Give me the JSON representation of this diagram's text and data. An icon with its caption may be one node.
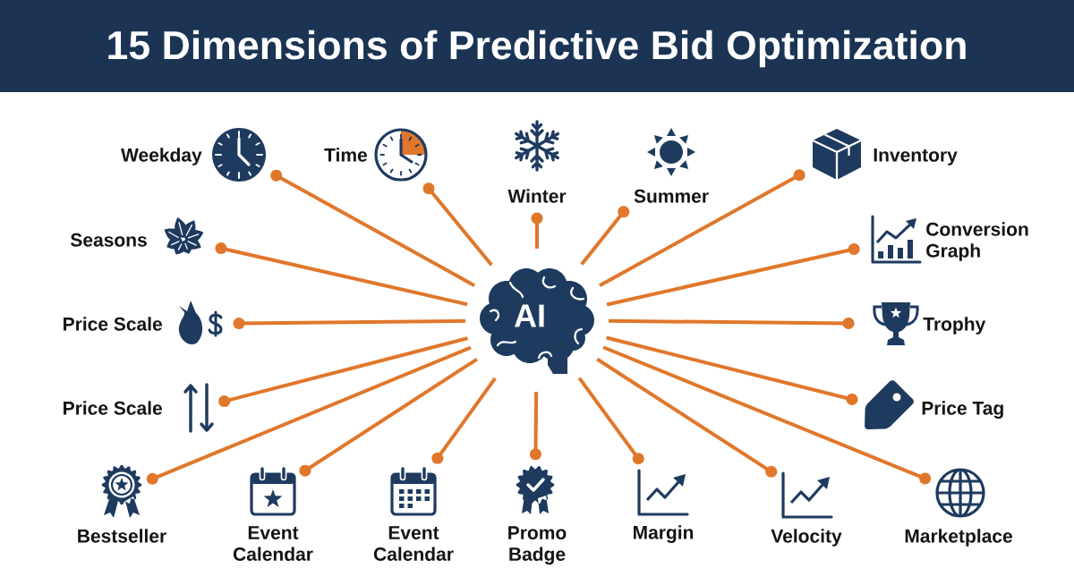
{
  "diagram": {
    "title": "15 Dimensions of Predictive Bid Optimization",
    "nodes": [
      {
        "text": [
          "Weekday"
        ]
      },
      {
        "text": [
          "Time"
        ]
      },
      {
        "text": [
          "Winter"
        ]
      },
      {
        "text": [
          "Summer"
        ]
      },
      {
        "text": [
          "Inventory"
        ]
      },
      {
        "text": [
          "Seasons"
        ]
      },
      {
        "text": [
          "Conversion Graph"
        ]
      },
      {
        "text": [
          "Price Scale"
        ]
      },
      {
        "text": [
          "AI"
        ]
      },
      {
        "text": [
          "Trophy"
        ]
      },
      {
        "text": [
          "Price Scale"
        ]
      },
      {
        "text": [
          "Price Tag"
        ]
      },
      {
        "text": [
          "Bestseller"
        ]
      },
      {
        "text": [
          "Event Calendar"
        ]
      },
      {
        "text": [
          "Event Calendar"
        ]
      },
      {
        "text": [
          "Promo Badge"
        ]
      },
      {
        "text": [
          "Margin"
        ]
      },
      {
        "text": [
          "Velocity"
        ]
      },
      {
        "text": [
          "Marketplace"
        ]
      }
    ],
    "edges": [
      {
        "from": 8,
        "to": 0,
        "arrow": "other"
      },
      {
        "from": 8,
        "to": 1,
        "arrow": "other"
      },
      {
        "from": 8,
        "to": 2,
        "arrow": "other"
      },
      {
        "from": 8,
        "to": 3,
        "arrow": "other"
      },
      {
        "from": 8,
        "to": 4,
        "arrow": "other"
      },
      {
        "from": 8,
        "to": 5,
        "arrow": "other"
      },
      {
        "from": 8,
        "to": 6,
        "arrow": "other"
      },
      {
        "from": 8,
        "to": 7,
        "arrow": "other"
      },
      {
        "from": 8,
        "to": 9,
        "arrow": "other"
      },
      {
        "from": 8,
        "to": 10,
        "arrow": "other"
      },
      {
        "from": 8,
        "to": 11,
        "arrow": "other"
      },
      {
        "from": 8,
        "to": 12,
        "arrow": "other"
      },
      {
        "from": 8,
        "to": 13,
        "arrow": "other"
      },
      {
        "from": 8,
        "to": 14,
        "arrow": "other"
      },
      {
        "from": 8,
        "to": 15,
        "arrow": "other"
      },
      {
        "from": 8,
        "to": 16,
        "arrow": "other"
      },
      {
        "from": 8,
        "to": 17,
        "arrow": "other"
      },
      {
        "from": 8,
        "to": 18,
        "arrow": "other"
      }
    ]
  }
}
